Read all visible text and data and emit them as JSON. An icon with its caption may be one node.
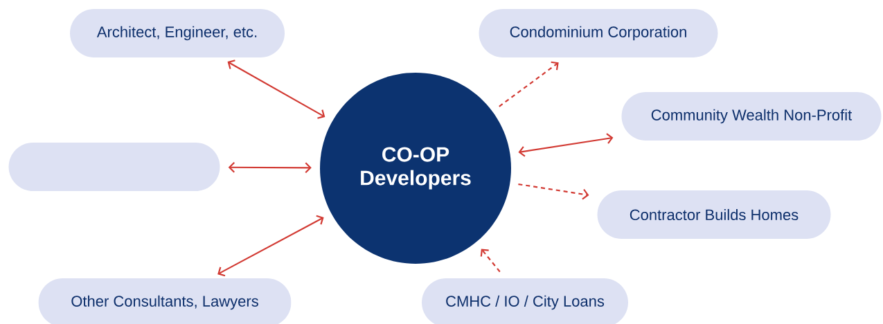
{
  "diagram": {
    "nodes": [
      {
        "text": [
          "Architect, Engineer, etc."
        ]
      },
      {
        "text": [
          "Condominium Corporation"
        ]
      },
      {
        "text": [
          "Community Wealth Non-Profit"
        ]
      },
      {
        "text": [],
        "shape": "box"
      },
      {
        "text": [
          "CO-OP Developers"
        ]
      },
      {
        "text": [
          "Contractor Builds Homes"
        ]
      },
      {
        "text": [
          "Other Consultants, Lawyers"
        ]
      },
      {
        "text": [
          "CMHC / IO / City Loans"
        ]
      }
    ],
    "edges": [
      {
        "from": 4,
        "to": 0,
        "arrow": "both"
      },
      {
        "from": 4,
        "to": 1,
        "arrow": "to",
        "style": "dashed"
      },
      {
        "from": 4,
        "to": 2,
        "arrow": "both"
      },
      {
        "from": 4,
        "to": 3,
        "arrow": "both"
      },
      {
        "from": 4,
        "to": 5,
        "arrow": "to",
        "style": "dashed"
      },
      {
        "from": 4,
        "to": 6,
        "arrow": "both"
      },
      {
        "from": 7,
        "to": 4,
        "arrow": "to",
        "style": "dashed"
      }
    ]
  }
}
